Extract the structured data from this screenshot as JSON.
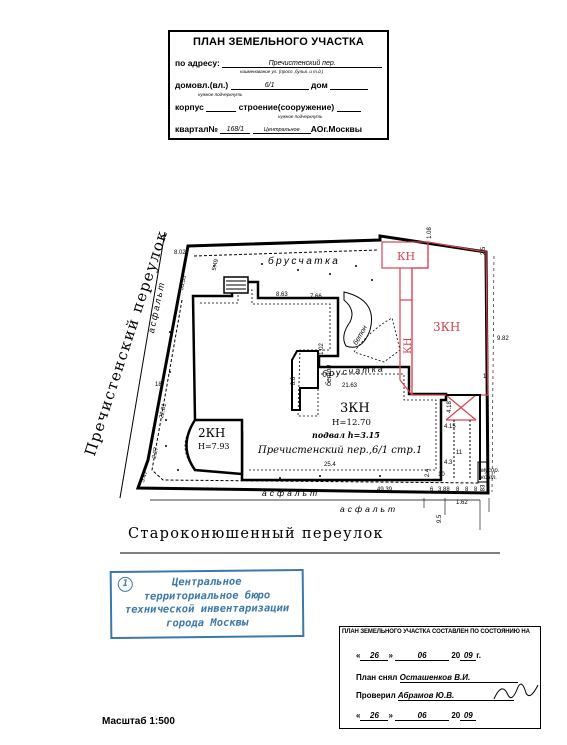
{
  "header": {
    "title": "ПЛАН ЗЕМЕЛЬНОГО УЧАСТКА",
    "address_label": "по адресу:",
    "address_value": "Пречистенский пер.",
    "address_hint": "наименование ул. (просп.,бульв. и т.д.)",
    "house_label": "домовл.(вл.)",
    "house_value": "6/1",
    "house_label2": "дом",
    "house_hint": "нужное подчеркнуть",
    "korpus_label": "корпус",
    "building_label": "строение(сооружение)",
    "building_hint": "нужное подчеркнуть",
    "block_label": "квартал№",
    "block_value": "168/1",
    "district_value": "Центральное",
    "district_label": "АОг.Москвы"
  },
  "map": {
    "street_left": "Пречистенский переулок",
    "street_bottom": "Староконюшенный переулок",
    "paving_top": "брусчатка",
    "paving_mid": "брусчатка",
    "asphalt_left": "асфальт",
    "asphalt_bottom": "асфальт",
    "asphalt_bottom2": "асфальт",
    "concrete": "бетон",
    "concrete2": "бетон",
    "b3_label": "3КН",
    "b3_height": "H=12.70",
    "b3_basement": "подвал h=3.15",
    "address_note": "Пречистенский пер.,6/1 стр.1",
    "b2_label": "2КН",
    "b2_height": "H=7.93",
    "red_kn1": "КН",
    "red_3kn": "3КН",
    "red_kn2": "КН",
    "garbage": "мусор.",
    "garbage2": "конт.",
    "d_802": "8.02",
    "d_5335": "53.35",
    "d_549": "5.49",
    "d_863": "8.63",
    "d_766": "7.66",
    "d_108": "1.08",
    "d_25": "2.5",
    "d_982": "9.82",
    "d_1": "1",
    "d_88": "8.8",
    "d_102": "1.02",
    "d_2163": "21.63",
    "d_418": "4.18",
    "d_415": "4.15",
    "d_2281": "22.81",
    "d_18": "18",
    "d_227": "2.27",
    "d_547": "5.47",
    "d_254": "25.4",
    "d_4939": "49.39",
    "d_6": "6",
    "d_388": "3.88",
    "d_8a": "8",
    "d_8b": "8",
    "d_8c": "8",
    "d_83": "83",
    "d_162": "1.62",
    "d_95": "9.5",
    "d_11": "11",
    "d_10": "10",
    "d_43": "4.3",
    "d_24": "2.4"
  },
  "stamp": {
    "number": "1",
    "line1": "Центральное",
    "line2": "территориальное бюро",
    "line3": "технической инвентаризации",
    "line4": "города Москвы",
    "color": "#3d79a8"
  },
  "status_box": {
    "heading": "ПЛАН ЗЕМЕЛЬНОГО УЧАСТКА СОСТАВЛЕН ПО СОСТОЯНИЮ НА",
    "date1_day": "26",
    "date1_month": "06",
    "date1_year_prefix": "20",
    "date1_year": "09",
    "date1_suffix": "г.",
    "surveyor_label": "План снял",
    "surveyor": "Осташенков В.И.",
    "checker_label": "Проверил",
    "checker": "Абрамов Ю.В.",
    "date2_day": "26",
    "date2_month": "06",
    "date2_year_prefix": "20",
    "date2_year": "09"
  },
  "scale": "Масштаб 1:500",
  "colors": {
    "ink": "#000000",
    "red": "#d9424f",
    "blue": "#3d79a8"
  }
}
